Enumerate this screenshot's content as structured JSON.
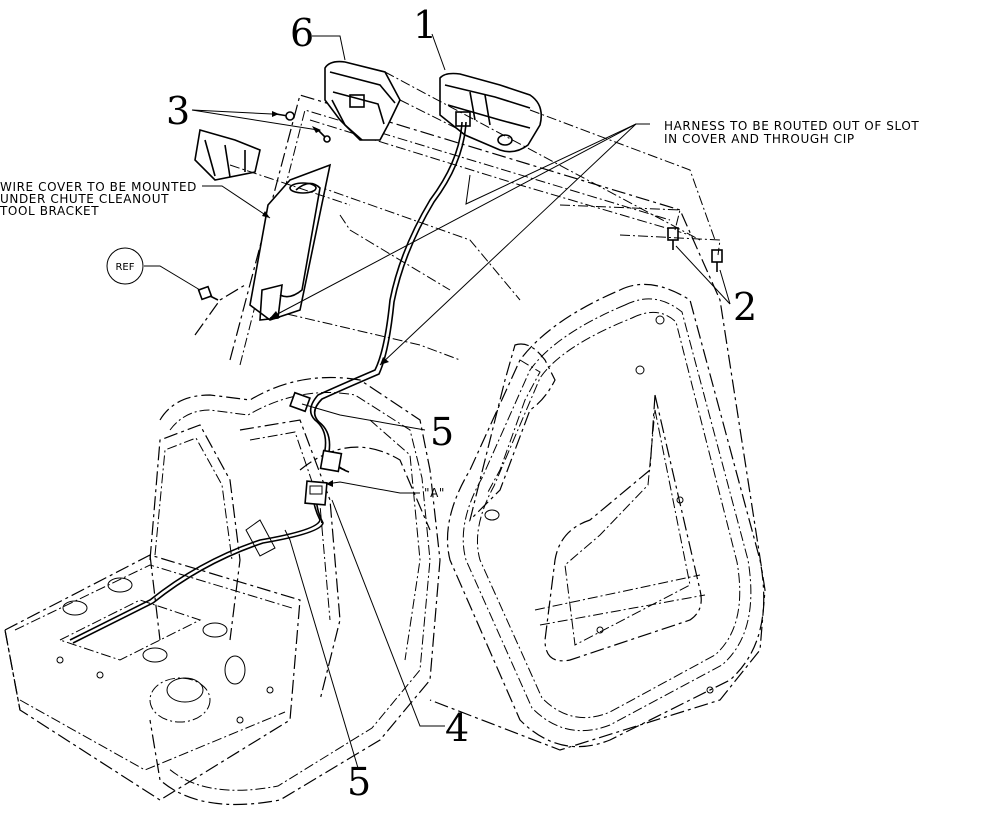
{
  "callouts": {
    "c1": "1",
    "c2": "2",
    "c3": "3",
    "c4": "4",
    "c5a": "5",
    "c5b": "5",
    "c6": "6"
  },
  "notes": {
    "harness_line1": "HARNESS TO BE ROUTED OUT OF SLOT",
    "harness_line2": "IN COVER AND THROUGH CIP",
    "wire_cover_line1": "WIRE COVER TO BE MOUNTED",
    "wire_cover_line2": "UNDER CHUTE CLEANOUT",
    "wire_cover_line3": "TOOL BRACKET",
    "ref_label": "REF",
    "view_a": "\"A\""
  }
}
